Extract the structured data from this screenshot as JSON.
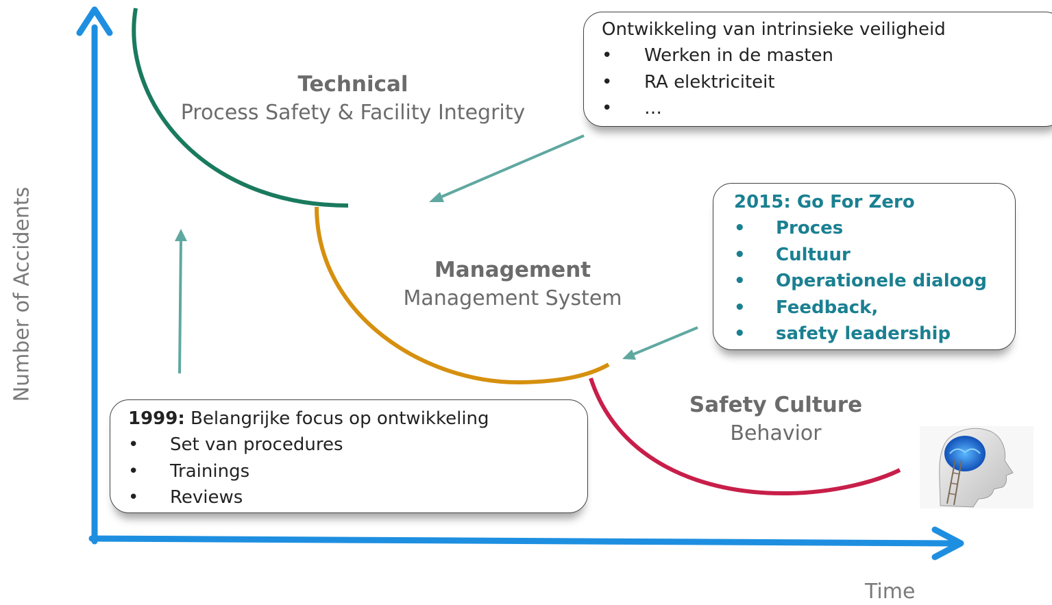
{
  "axes": {
    "y_label": "Number of Accidents",
    "x_label": "Time"
  },
  "phases": [
    {
      "title": "Technical",
      "subtitle": "Process Safety & Facility Integrity",
      "color": "#1a7a5e"
    },
    {
      "title": "Management",
      "subtitle": "Management System",
      "color": "#d6900f"
    },
    {
      "title": "Safety Culture",
      "subtitle": "Behavior",
      "color": "#c81e4a"
    }
  ],
  "callouts": {
    "top": {
      "heading": "Ontwikkeling van intrinsieke veiligheid",
      "items": [
        "Werken in de masten",
        "RA elektriciteit",
        "…"
      ]
    },
    "middle": {
      "heading": "2015: Go For Zero",
      "items": [
        "Proces",
        "Cultuur",
        "Operationele dialoog",
        "Feedback,",
        "safety leadership"
      ],
      "color": "#1a8091"
    },
    "bottom": {
      "heading_bold": "1999:",
      "heading_rest": " Belangrijke focus op ontwikkeling",
      "items": [
        "Set van procedures",
        "Trainings",
        "Reviews"
      ]
    }
  },
  "bullet": "•",
  "colors": {
    "axis": "#1e8fe0",
    "arrow": "#5fa8a0"
  }
}
